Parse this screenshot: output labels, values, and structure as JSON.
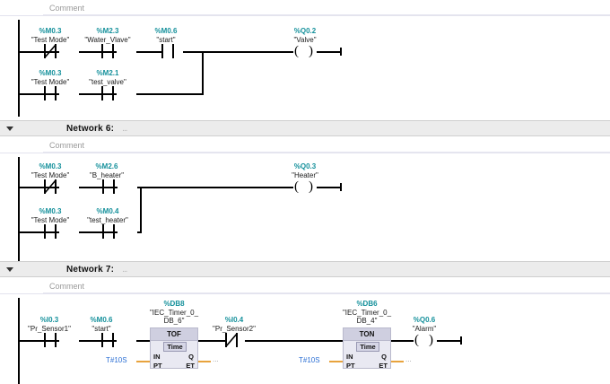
{
  "editor": {
    "comment_placeholder": "Comment",
    "network_label_prefix": "Network",
    "colors": {
      "address": "#14909b",
      "symbol": "#1b1b1b",
      "rail": "#000000",
      "header_bg": "#ececec",
      "timer_box": "#e9e9f2",
      "param_wire": "#e8a33d",
      "constant": "#2b6fd4"
    }
  },
  "networks": [
    {
      "title": "",
      "dash": "",
      "comment": "Comment",
      "rungs": [
        {
          "branch": 0,
          "elements": [
            {
              "type": "contact_nc",
              "address": "%M0.3",
              "symbol": "\"Test Mode\""
            },
            {
              "type": "contact_no",
              "address": "%M2.3",
              "symbol": "\"Water_Vlave\""
            },
            {
              "type": "contact_no",
              "address": "%M0.6",
              "symbol": "\"start\""
            }
          ],
          "output": {
            "type": "coil",
            "address": "%Q0.2",
            "symbol": "\"Valve\""
          }
        },
        {
          "branch": 1,
          "elements": [
            {
              "type": "contact_no",
              "address": "%M0.3",
              "symbol": "\"Test Mode\""
            },
            {
              "type": "contact_no",
              "address": "%M2.1",
              "symbol": "\"test_valve\""
            }
          ]
        }
      ]
    },
    {
      "title": "Network 6:",
      "dash": "...",
      "comment": "Comment",
      "rungs": [
        {
          "branch": 0,
          "elements": [
            {
              "type": "contact_nc",
              "address": "%M0.3",
              "symbol": "\"Test Mode\""
            },
            {
              "type": "contact_no",
              "address": "%M2.6",
              "symbol": "\"B_heater\""
            }
          ],
          "output": {
            "type": "coil",
            "address": "%Q0.3",
            "symbol": "\"Heater\""
          }
        },
        {
          "branch": 1,
          "elements": [
            {
              "type": "contact_no",
              "address": "%M0.3",
              "symbol": "\"Test Mode\""
            },
            {
              "type": "contact_no",
              "address": "%M0.4",
              "symbol": "\"test_heater\""
            }
          ]
        }
      ]
    },
    {
      "title": "Network 7:",
      "dash": "...",
      "comment": "Comment",
      "rungs": [
        {
          "branch": 0,
          "elements": [
            {
              "type": "contact_no",
              "address": "%I0.3",
              "symbol": "\"Pr_Sensor1\""
            },
            {
              "type": "contact_no",
              "address": "%M0.6",
              "symbol": "\"start\""
            },
            {
              "type": "timer",
              "db_address": "%DB8",
              "db_symbol_line1": "\"IEC_Timer_0_",
              "db_symbol_line2": "DB_6\"",
              "function": "TOF",
              "data_type": "Time",
              "pins": {
                "in": "IN",
                "pt": "PT",
                "q": "Q",
                "et": "ET"
              },
              "pt_value": "T#10S",
              "et_value": "..."
            },
            {
              "type": "contact_nc",
              "address": "%I0.4",
              "symbol": "\"Pr_Sensor2\""
            },
            {
              "type": "timer",
              "db_address": "%DB6",
              "db_symbol_line1": "\"IEC_Timer_0_",
              "db_symbol_line2": "DB_4\"",
              "function": "TON",
              "data_type": "Time",
              "pins": {
                "in": "IN",
                "pt": "PT",
                "q": "Q",
                "et": "ET"
              },
              "pt_value": "T#10S",
              "et_value": "..."
            }
          ],
          "output": {
            "type": "coil",
            "address": "%Q0.6",
            "symbol": "\"Alarm\""
          }
        }
      ]
    }
  ]
}
